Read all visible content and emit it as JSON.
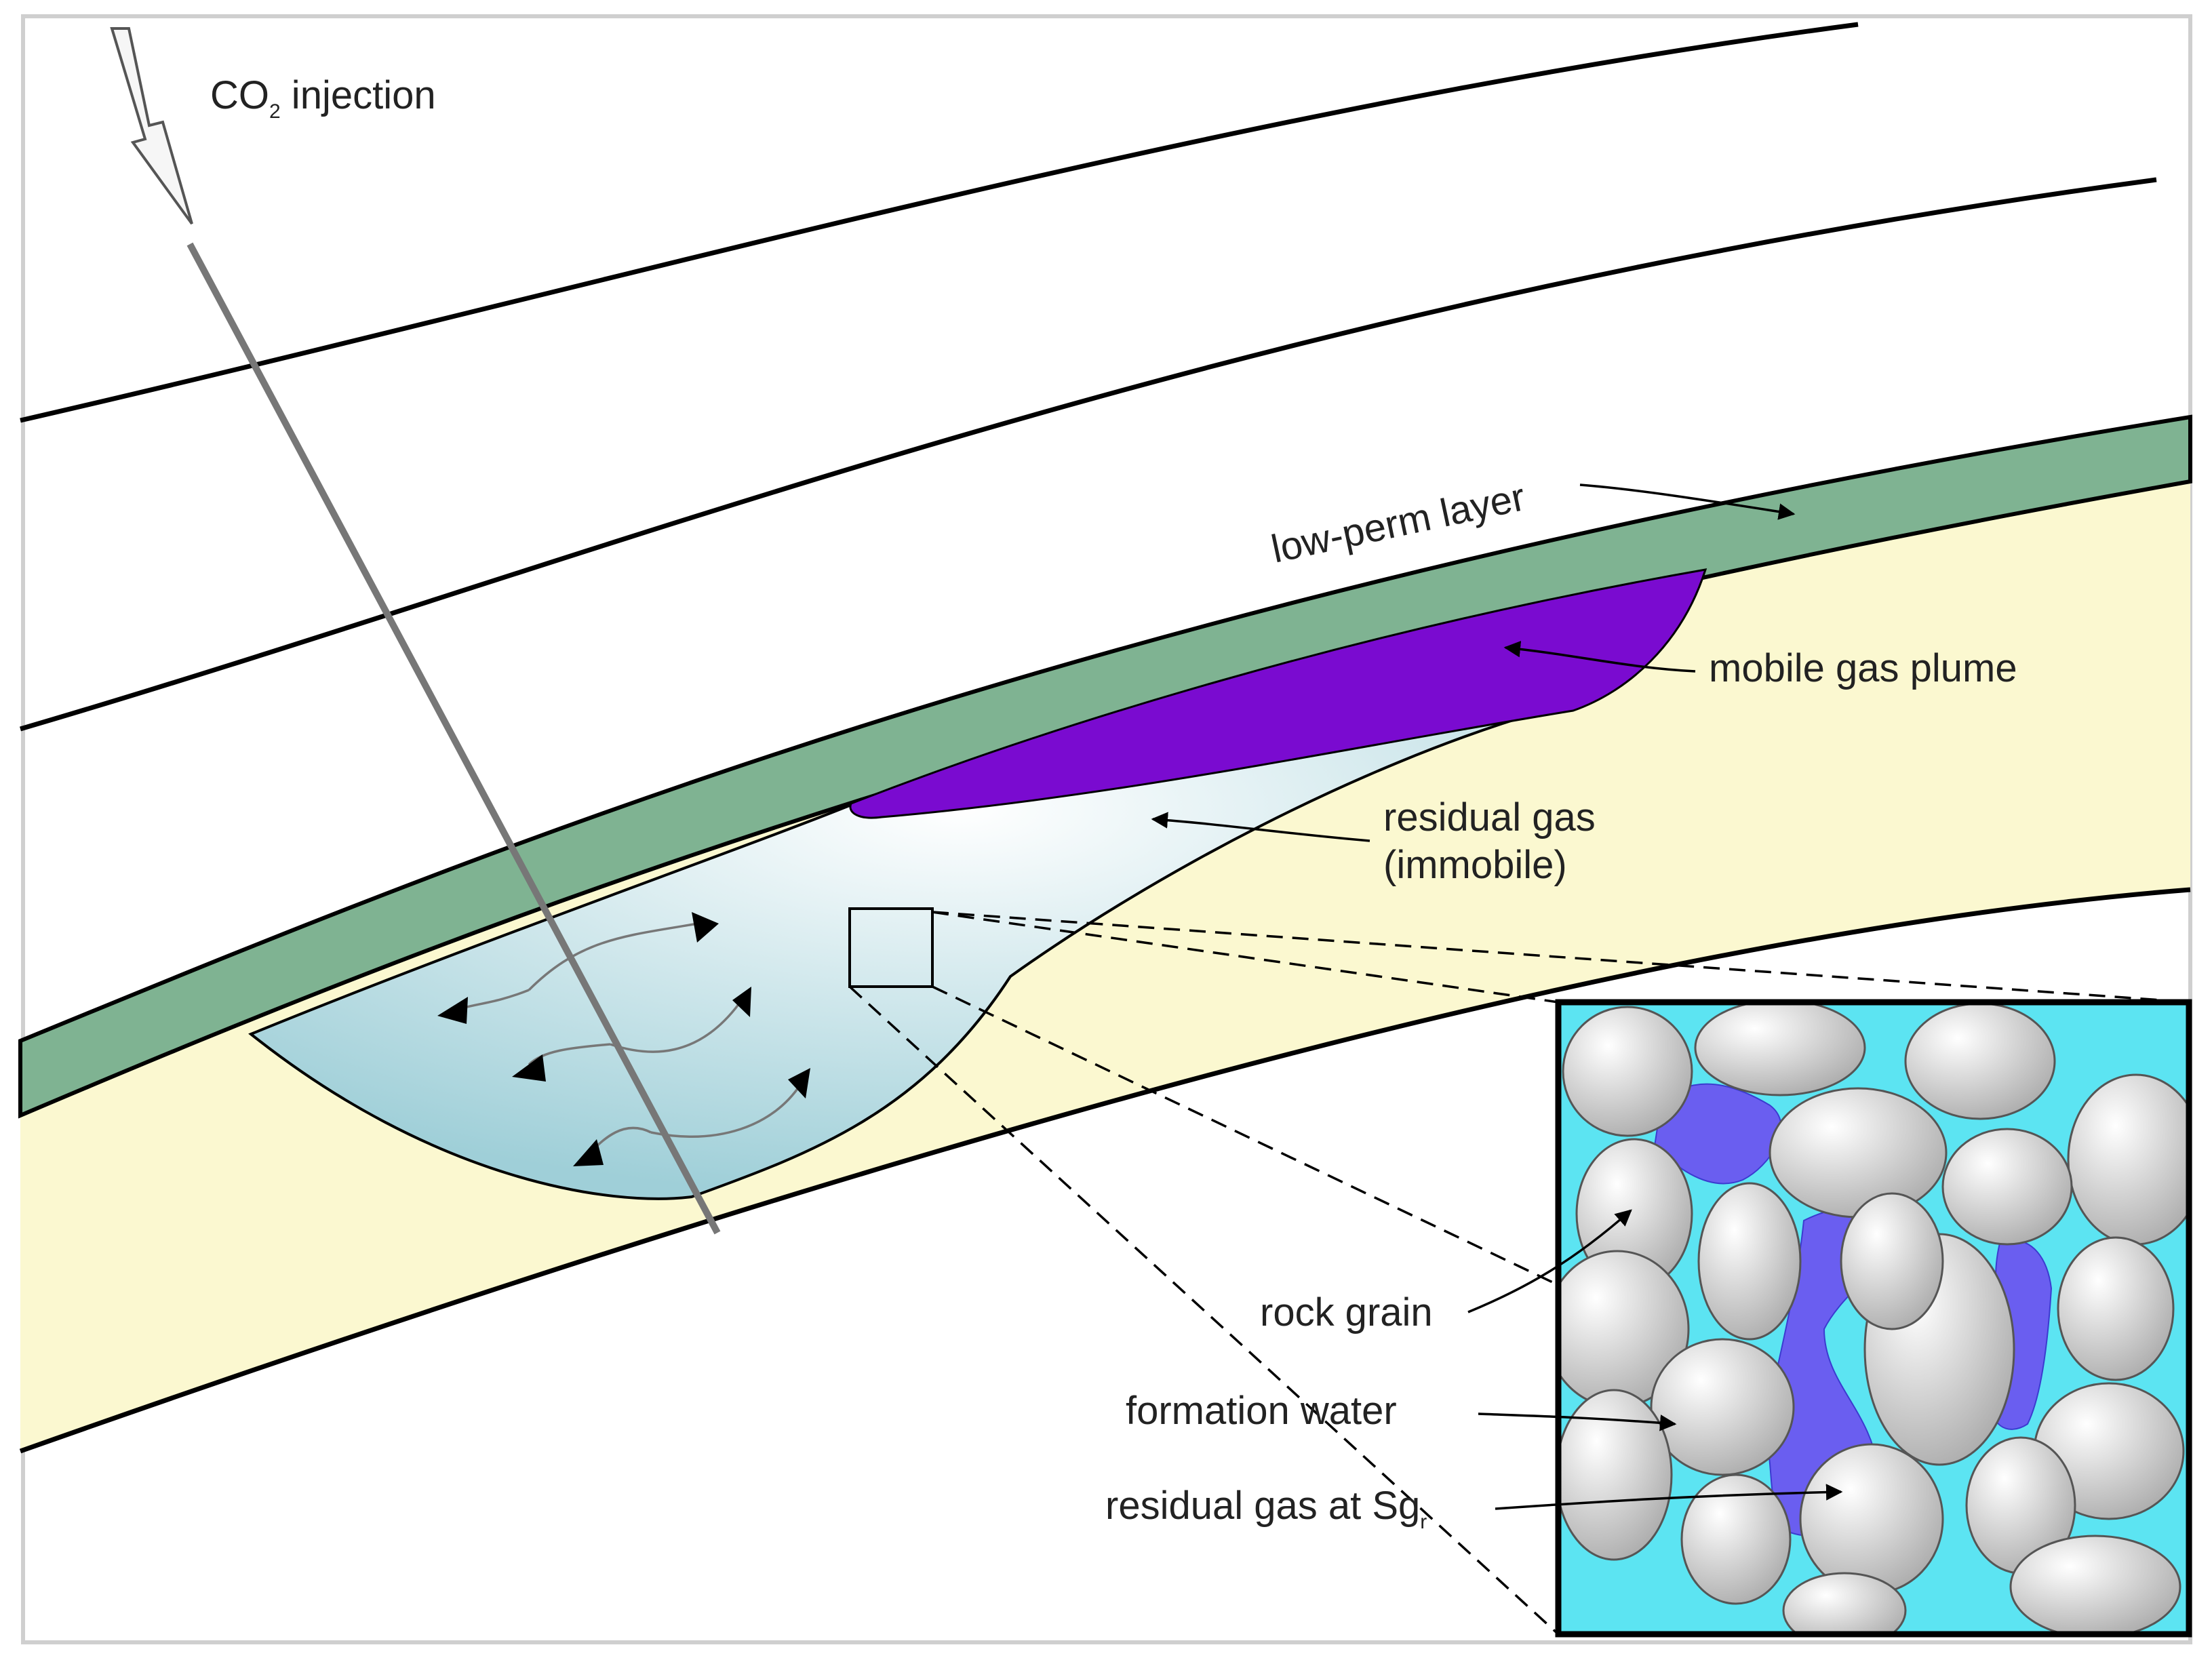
{
  "labels": {
    "co2_injection": {
      "main": "CO",
      "sub": "2",
      "rest": " injection"
    },
    "low_perm_layer": "low-perm layer",
    "mobile_gas_plume": "mobile gas plume",
    "residual_gas_line1": "residual gas",
    "residual_gas_line2": "(immobile)",
    "rock_grain": "rock grain",
    "formation_water": "formation water",
    "residual_gas_sgr": {
      "main": "residual gas at Sg",
      "sub": "r"
    }
  },
  "colors": {
    "low_perm_layer": "#7fb392",
    "reservoir": "#fbf8d0",
    "mobile_gas": "#7a0bd0",
    "residual_gas_region": "#bfe0e6",
    "formation_water": "#5ce4f2",
    "residual_gas_pore": "#6a5ef0",
    "rock_grain": "#c8c8c8"
  },
  "icons": {
    "injection_arrow": "down-arrow-icon"
  }
}
